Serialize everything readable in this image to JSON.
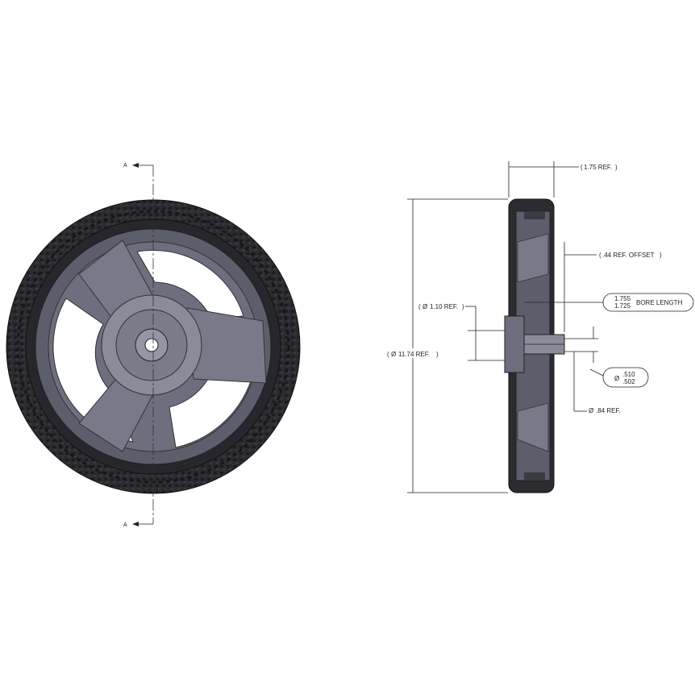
{
  "section_labels": {
    "top": "A",
    "bottom": "A"
  },
  "dimensions": {
    "width": "1.75 REF.",
    "offset": ".44 REF. OFFSET",
    "bore_length_upper": "1.755",
    "bore_length_lower": "1.725",
    "bore_length_label": "BORE LENGTH",
    "hub_diameter": "1.10 REF.",
    "overall_diameter": "11.74 REF.",
    "bore_dia_upper": ".510",
    "bore_dia_lower": ".502",
    "shaft_diameter": ".84 REF.",
    "diameter_symbol": "Ø"
  },
  "colors": {
    "tire": "#2b2b30",
    "tire_tread": "#1c1c20",
    "rim": "#6d6f7e",
    "rim_dark": "#4a4c58",
    "hub": "#8a8c9a",
    "spoke": "#787a89",
    "line": "#222222"
  }
}
